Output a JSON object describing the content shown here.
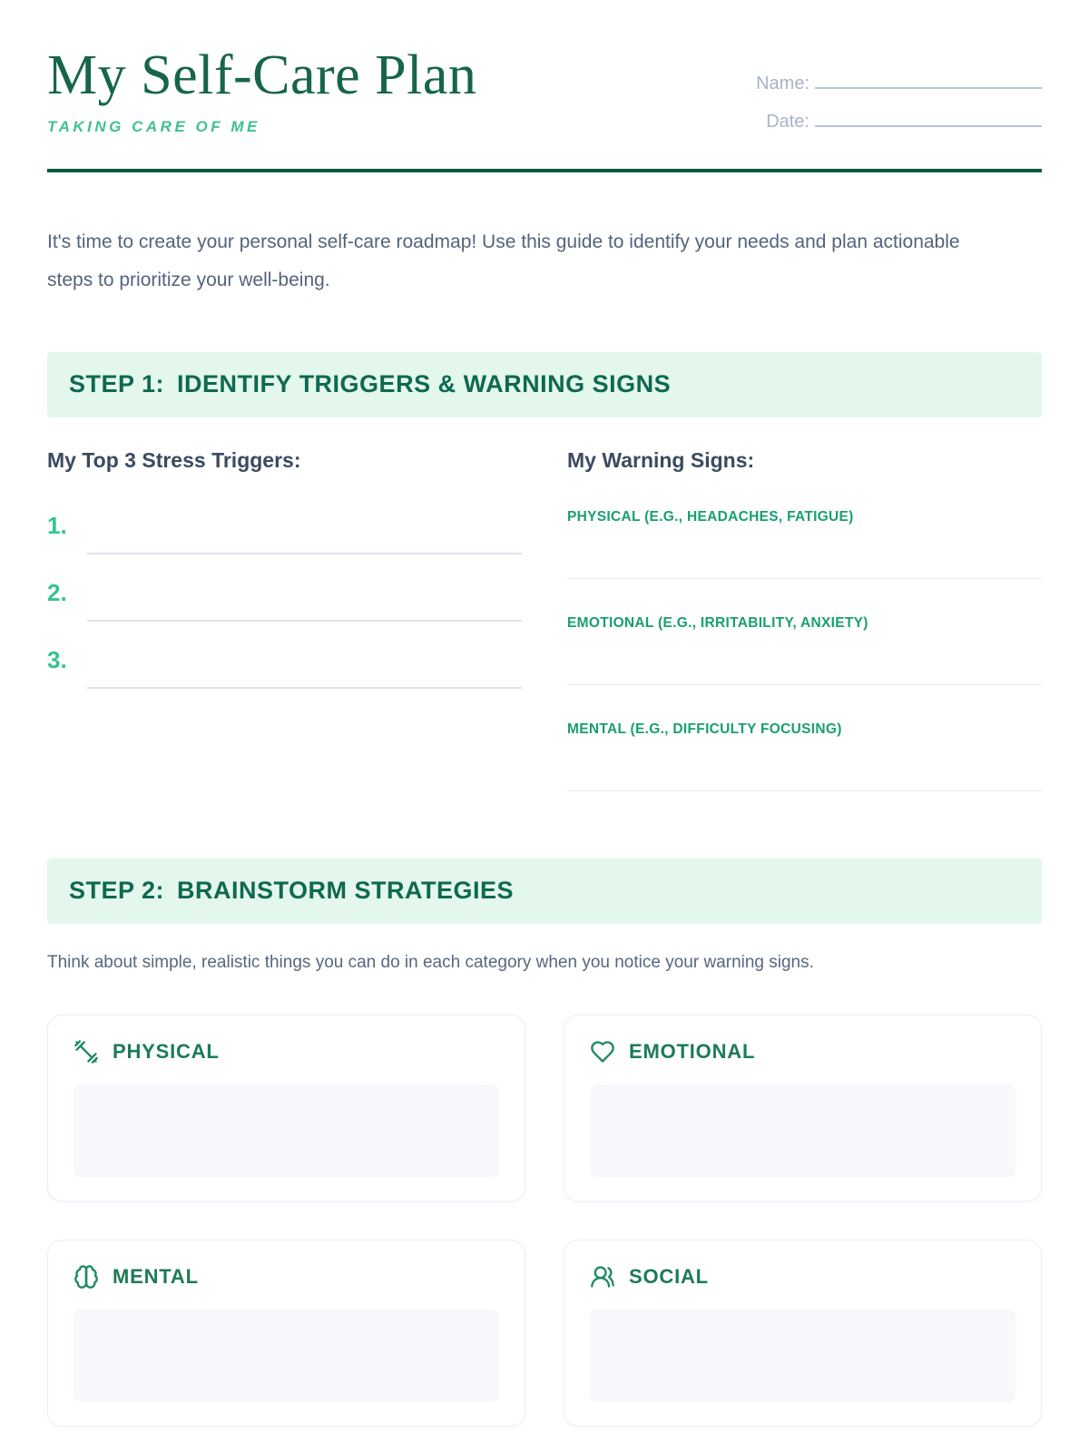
{
  "header": {
    "title": "My Self-Care Plan",
    "subtitle": "TAKING CARE OF ME",
    "name_label": "Name:",
    "date_label": "Date:"
  },
  "intro": "It's time to create your personal self-care roadmap! Use this guide to identify your needs and plan actionable steps to prioritize your well-being.",
  "step1": {
    "label": "STEP 1:",
    "title": "IDENTIFY TRIGGERS & WARNING SIGNS",
    "triggers": {
      "heading": "My Top 3 Stress Triggers:",
      "items": [
        {
          "number": "1."
        },
        {
          "number": "2."
        },
        {
          "number": "3."
        }
      ]
    },
    "warnings": {
      "heading": "My Warning Signs:",
      "items": [
        {
          "label": "PHYSICAL (E.G., HEADACHES, FATIGUE)"
        },
        {
          "label": "EMOTIONAL (E.G., IRRITABILITY, ANXIETY)"
        },
        {
          "label": "MENTAL (E.G., DIFFICULTY FOCUSING)"
        }
      ]
    }
  },
  "step2": {
    "label": "STEP 2:",
    "title": "BRAINSTORM STRATEGIES",
    "description": "Think about simple, realistic things you can do in each category when you notice your warning signs.",
    "cards": [
      {
        "label": "PHYSICAL",
        "icon": "dumbbell-icon"
      },
      {
        "label": "EMOTIONAL",
        "icon": "heart-icon"
      },
      {
        "label": "MENTAL",
        "icon": "brain-icon"
      },
      {
        "label": "SOCIAL",
        "icon": "users-icon"
      }
    ]
  },
  "colors": {
    "title_green": "#17654b",
    "subtitle_green": "#41c08f",
    "divider_green": "#0b5844",
    "band_background": "#e4f7ed",
    "band_text": "#0e6950",
    "accent_green": "#35c48e",
    "warning_label_green": "#18a06e",
    "body_text": "#54637d",
    "heading_text": "#3b4a61",
    "muted_label": "#a9b4c7",
    "card_border": "#e9eff7",
    "write_area_bg": "#f6f8fb"
  }
}
